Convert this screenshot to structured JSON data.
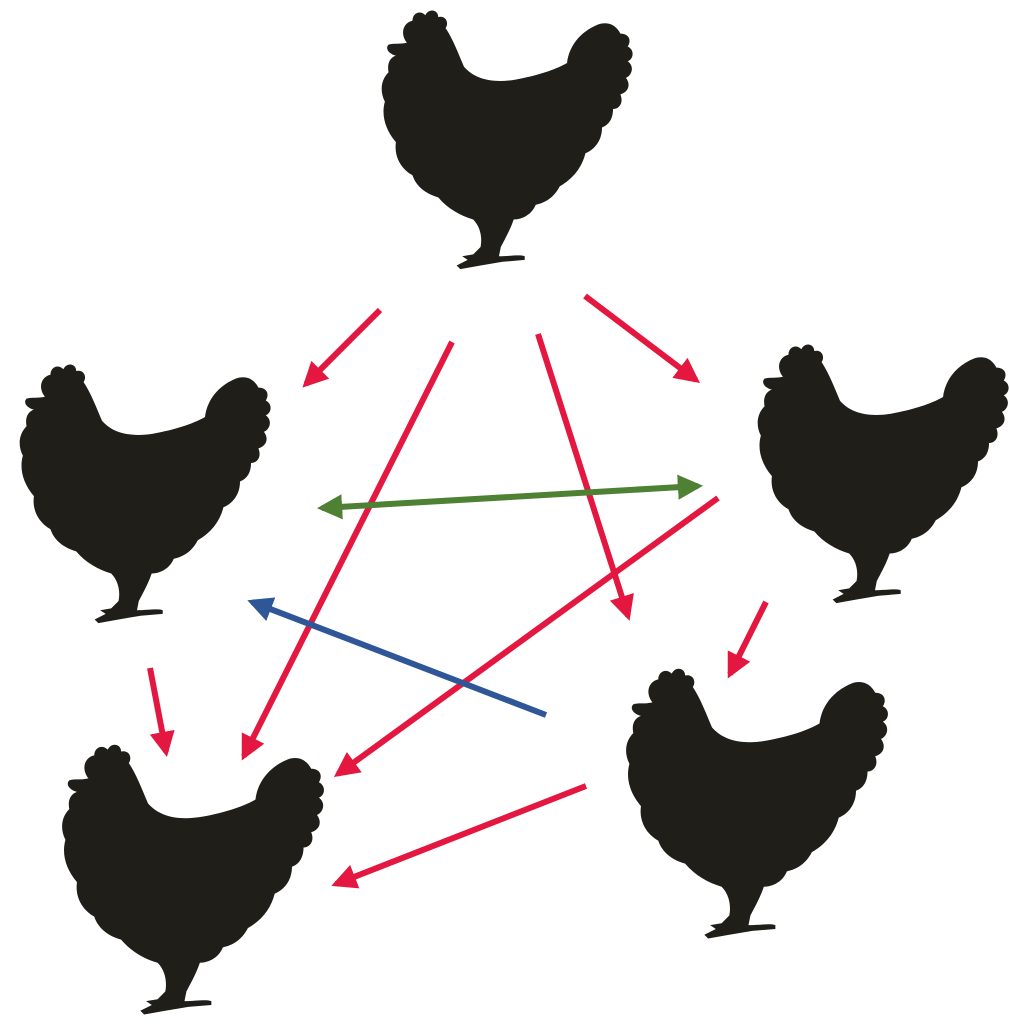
{
  "diagram": {
    "type": "directed-graph",
    "colors": {
      "silhouette": "#1f1e19",
      "red_arrow": "#e3173f",
      "green_arrow": "#4e8134",
      "blue_arrow": "#2f5797",
      "background": "#ffffff"
    },
    "nodes": [
      {
        "id": "top",
        "icon": "hen-icon"
      },
      {
        "id": "left",
        "icon": "hen-icon"
      },
      {
        "id": "right",
        "icon": "hen-icon"
      },
      {
        "id": "bottom-left",
        "icon": "hen-icon"
      },
      {
        "id": "bottom-right",
        "icon": "hen-icon"
      }
    ],
    "edges": [
      {
        "from": "top",
        "to": "left",
        "color": "red"
      },
      {
        "from": "top",
        "to": "right",
        "color": "red"
      },
      {
        "from": "top",
        "to": "bottom-left",
        "color": "red"
      },
      {
        "from": "top",
        "to": "bottom-right",
        "color": "red"
      },
      {
        "from": "left",
        "to": "bottom-left",
        "color": "red"
      },
      {
        "from": "right",
        "to": "bottom-right",
        "color": "red"
      },
      {
        "from": "right",
        "to": "bottom-left",
        "color": "red"
      },
      {
        "from": "bottom-right",
        "to": "bottom-left",
        "color": "red"
      },
      {
        "from": "bottom-right",
        "to": "left",
        "color": "blue"
      },
      {
        "from": "left",
        "to": "right",
        "color": "green",
        "bidirectional": true
      }
    ]
  }
}
